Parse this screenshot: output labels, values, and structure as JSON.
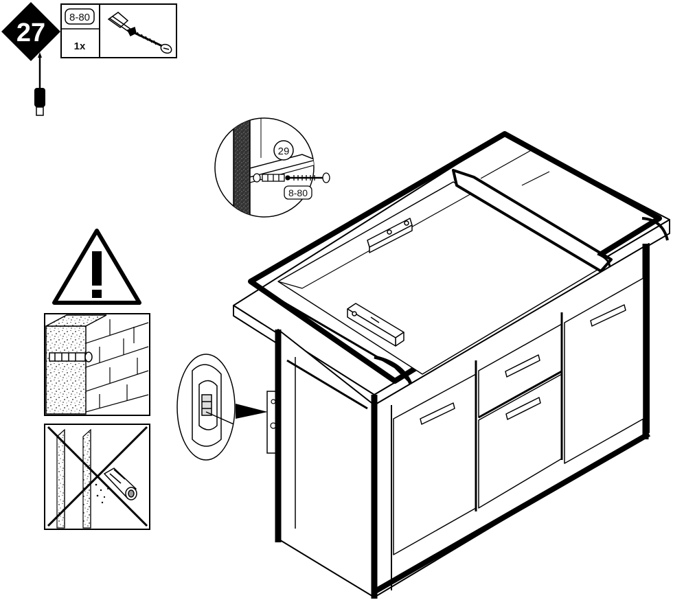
{
  "step": {
    "number": "27",
    "part_code": "8-80",
    "quantity": "1x"
  },
  "detail": {
    "part_ref": "29",
    "screw_code": "8-80"
  },
  "icons": [
    "screwdriver-icon",
    "dowel-screw-icon",
    "warning-icon",
    "level-icon"
  ],
  "colors": {
    "ink": "#000000",
    "paper": "#ffffff",
    "wall_speckle": "#1a1a1a"
  }
}
